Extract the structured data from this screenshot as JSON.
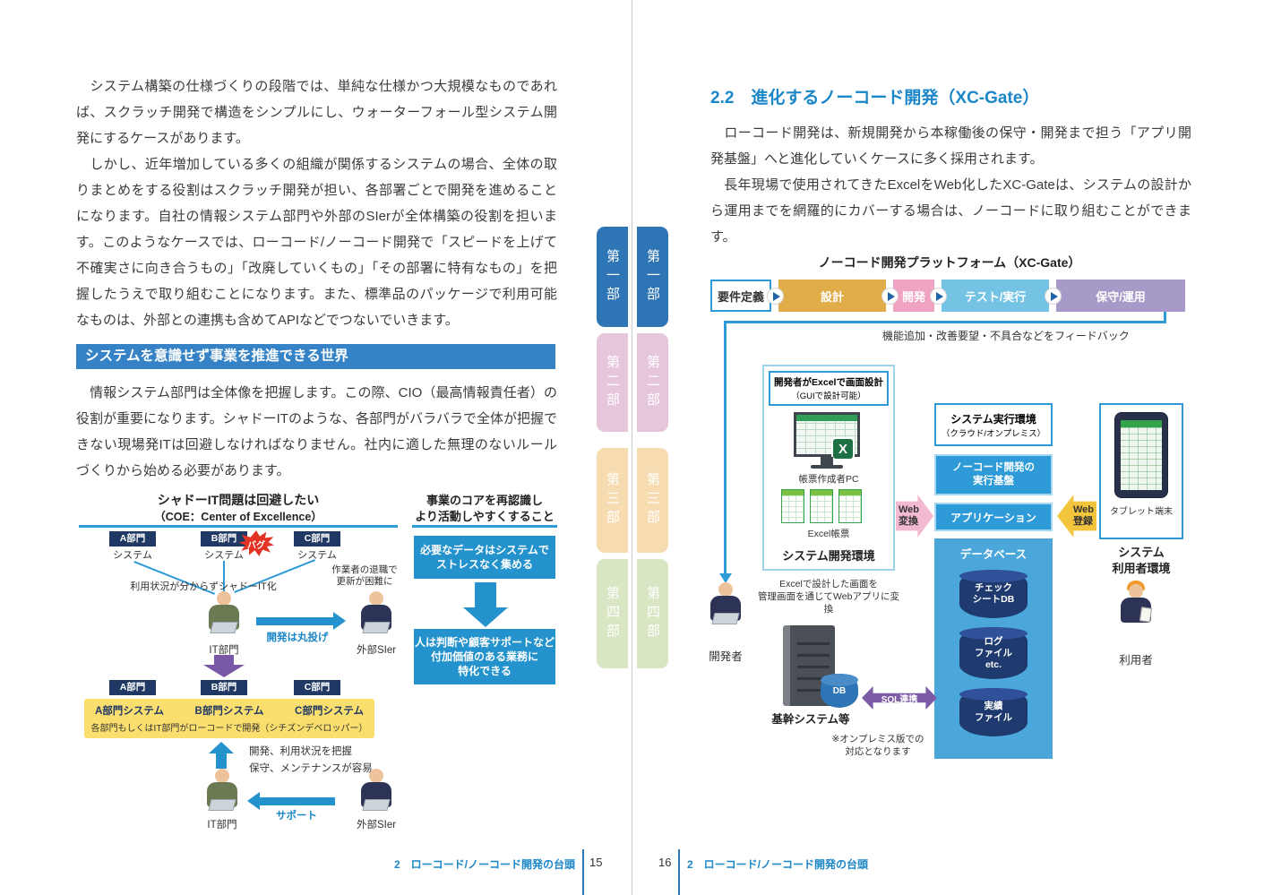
{
  "left_page": {
    "paragraphs": [
      "　システム構築の仕様づくりの段階では、単純な仕様かつ大規模なものであれば、スクラッチ開発で構造をシンプルにし、ウォーターフォール型システム開発にするケースがあります。",
      "　しかし、近年増加している多くの組織が関係するシステムの場合、全体の取りまとめをする役割はスクラッチ開発が担い、各部署ごとで開発を進めることになります。自社の情報システム部門や外部のSIerが全体構築の役割を担います。このようなケースでは、ローコード/ノーコード開発で「スピードを上げて不確実さに向き合うもの」「改廃していくもの」「その部署に特有なもの」を把握したうえで取り組むことになります。また、標準品のパッケージで利用可能なものは、外部との連携も含めてAPIなどでつないでいきます。",
      "　情報システム部門は全体像を把握します。この際、CIO（最高情報責任者）の役割が重要になります。シャドーITのような、各部門がバラバラで全体が把握できない現場発ITは回避しなければなりません。社内に適した無理のないルールづくりから始める必要があります。"
    ],
    "section_title": "システムを意識せず事業を推進できる世界",
    "diagram": {
      "left_title1": "シャドーIT問題は回避したい",
      "left_title2": "（COE：Center of Excellence）",
      "right_title1": "事業のコアを再認識し",
      "right_title2": "より活動しやすくすること",
      "depts": [
        "A部門",
        "B部門",
        "C部門"
      ],
      "system_label": "システム",
      "bug_label": "バグ",
      "shadow_it_note": "利用状況が分からずシャドーIT化",
      "retire_note": "作業者の退職で\n更新が困難に",
      "it_dept_label": "IT部門",
      "external_label": "外部SIer",
      "outsource_label": "開発は丸投げ",
      "support_label": "サポート",
      "yellow_systems": [
        "A部門システム",
        "B部門システム",
        "C部門システム"
      ],
      "yellow_note": "各部門もしくはIT部門がローコードで開発（シチズンデベロッパー）",
      "grasp_note": "開発、利用状況を把握\n保守、メンテナンスが容易",
      "core_box1": "必要なデータはシステムで\nストレスなく集める",
      "core_box2": "人は判断や顧客サポートなど\n付加価値のある業務に\n特化できる"
    },
    "footer": {
      "chapter": "2　ローコード/ノーコード開発の台頭",
      "page": "15"
    }
  },
  "spine": {
    "tabs": [
      {
        "label": "第一部"
      },
      {
        "label": "第二部"
      },
      {
        "label": "第三部"
      },
      {
        "label": "第四部"
      }
    ]
  },
  "right_page": {
    "heading": "2.2　進化するノーコード開発（XC-Gate）",
    "paragraphs": [
      "　ローコード開発は、新規開発から本稼働後の保守・開発まで担う「アプリ開発基盤」へと進化していくケースに多く採用されます。",
      "　長年現場で使用されてきたExcelをWeb化したXC-Gateは、システムの設計から運用までを網羅的にカバーする場合は、ノーコードに取り組むことができます。"
    ],
    "diagram": {
      "title": "ノーコード開発プラットフォーム（XC-Gate）",
      "flow_steps": [
        "要件定義",
        "設計",
        "開発",
        "テスト/実行",
        "保守/運用"
      ],
      "feedback_note": "機能追加・改善要望・不具合などをフィードバック",
      "excel_design_line1": "開発者がExcelで画面設計",
      "excel_design_line2": "（GUIで設計可能）",
      "excel_x": "X",
      "pc_label": "帳票作成者PC",
      "sheets_label": "Excel帳票",
      "dev_env_label": "システム開発環境",
      "convert_note": "Excelで設計した画面を\n管理画面を通じてWebアプリに変換",
      "web_convert": "Web\n変換",
      "web_register": "Web\n登録",
      "exec_env_title": "システム実行環境",
      "exec_env_sub": "（クラウド/オンプレミス）",
      "runtime_label": "ノーコード開発の\n実行基盤",
      "app_label": "アプリケーション",
      "db_section_label": "データベース",
      "cylinders": [
        "チェック\nシートDB",
        "ログ\nファイル\netc.",
        "実績\nファイル"
      ],
      "tablet_label": "タブレット端末",
      "user_env_label": "システム\n利用者環境",
      "user_label": "利用者",
      "developer_label": "開発者",
      "core_system_label": "基幹システム等",
      "db_label": "DB",
      "sql_label": "SQL連携",
      "onpremise_note": "※オンプレミス版での\n対応となります"
    },
    "footer": {
      "page": "16",
      "chapter": "2　ローコード/ノーコード開発の台頭"
    }
  }
}
